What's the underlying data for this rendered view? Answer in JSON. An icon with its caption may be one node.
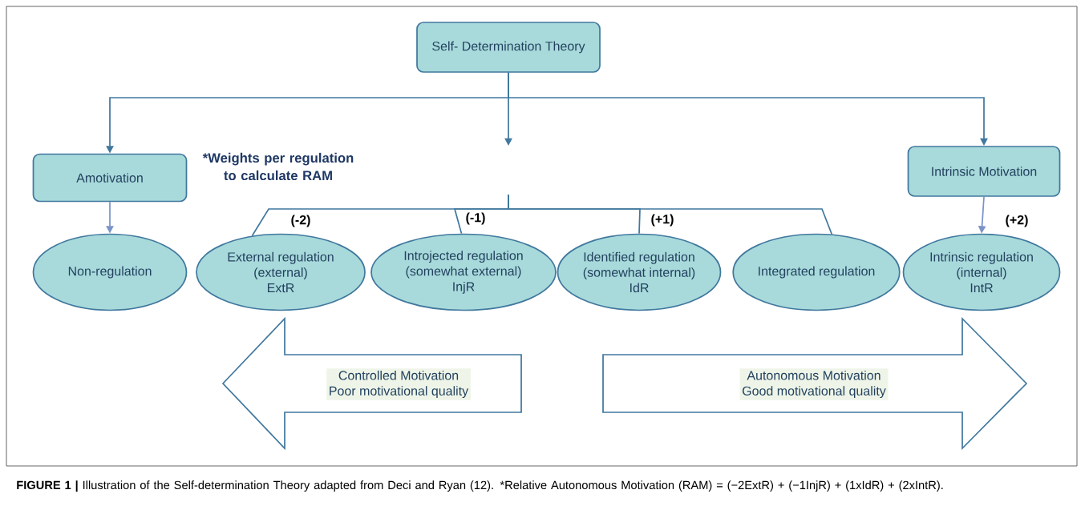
{
  "diagram": {
    "caption": "**FIGURE 1 |** Illustration of the Self-determination Theory adapted from Deci and Ryan (12). *Relative Autonomous Motivation (RAM) = (−2ExtR) + (−1InjR) + (1xIdR) + (2xIntR).",
    "nodes": [
      {
        "text": [
          "Self- Determination Theory"
        ]
      },
      {
        "text": [
          "Amotivation"
        ]
      },
      {
        "text": [
          "Intrinsic Motivation"
        ]
      },
      {
        "text": [
          "Non-regulation"
        ]
      },
      {
        "text": [
          "External regulation",
          "(external)",
          "ExtR"
        ]
      },
      {
        "text": [
          "Introjected regulation",
          "(somewhat external)",
          "InjR"
        ]
      },
      {
        "text": [
          "Identified regulation",
          "(somewhat internal)",
          "IdR"
        ]
      },
      {
        "text": [
          "Integrated regulation"
        ]
      },
      {
        "text": [
          "Intrinsic regulation",
          "(internal)",
          "IntR"
        ]
      },
      {
        "text": [
          "Controlled Motivation",
          "Poor motivational quality"
        ]
      },
      {
        "text": [
          "Autonomous Motivation",
          "Good motivational quality"
        ]
      }
    ],
    "edges": [
      {
        "from": 0,
        "to": 1,
        "arrow": "to"
      },
      {
        "from": 0,
        "to": null,
        "arrow": "to"
      },
      {
        "from": 0,
        "to": 2,
        "arrow": "to"
      },
      {
        "from": 1,
        "to": 3,
        "arrow": "to",
        "color": "#7b93c8"
      },
      {
        "from": null,
        "to": 4,
        "arrow": "none",
        "label": "(-2)"
      },
      {
        "from": null,
        "to": 5,
        "arrow": "none",
        "label": "(-1)"
      },
      {
        "from": null,
        "to": 6,
        "arrow": "none",
        "label": "(+1)"
      },
      {
        "from": null,
        "to": 7,
        "arrow": "none"
      },
      {
        "from": 2,
        "to": 8,
        "arrow": "to",
        "label": "(+2)",
        "color": "#7b93c8"
      }
    ],
    "labels": [
      "*Weights per regulation to calculate RAM"
    ]
  }
}
